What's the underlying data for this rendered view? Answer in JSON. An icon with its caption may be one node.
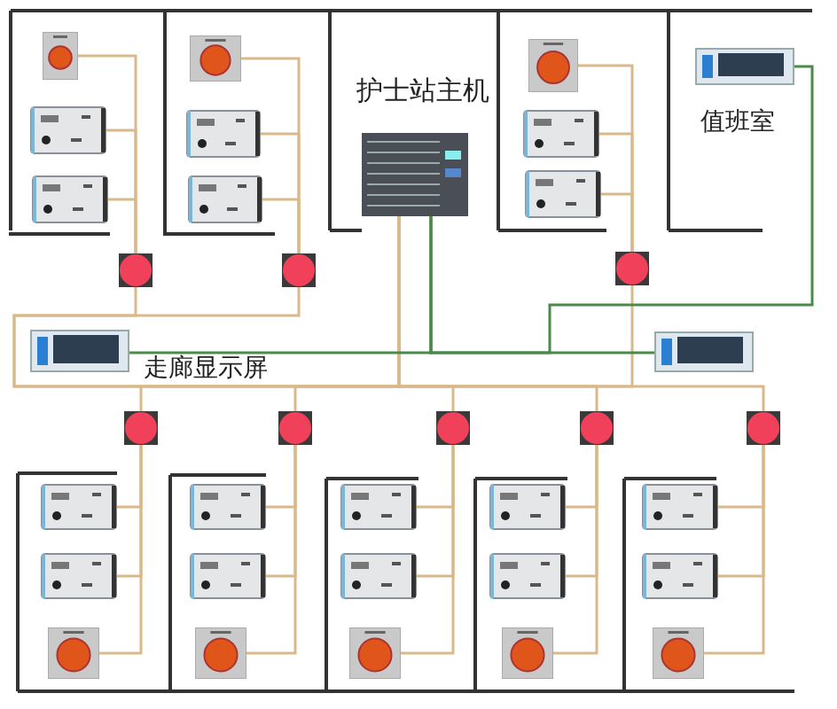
{
  "diagram": {
    "nodes": [
      {
        "text": [],
        "shape": "picture"
      },
      {
        "text": [],
        "shape": "picture"
      },
      {
        "text": [],
        "shape": "picture"
      },
      {
        "text": [],
        "shape": "picture"
      },
      {
        "text": [],
        "shape": "picture"
      },
      {
        "text": [],
        "shape": "picture"
      },
      {
        "text": [],
        "shape": "picture"
      },
      {
        "text": [],
        "shape": "picture"
      },
      {
        "text": [
          "护士站主机"
        ]
      },
      {
        "text": [],
        "shape": "picture"
      },
      {
        "text": [],
        "shape": "picture"
      },
      {
        "text": [],
        "shape": "picture"
      },
      {
        "text": [],
        "shape": "picture"
      },
      {
        "text": [],
        "shape": "picture"
      },
      {
        "text": [],
        "shape": "picture",
        "beside": [
          "走廊显示屏"
        ]
      },
      {
        "text": [],
        "shape": "picture"
      },
      {
        "text": [],
        "shape": "picture"
      },
      {
        "text": [],
        "shape": "picture"
      },
      {
        "text": [],
        "shape": "picture"
      },
      {
        "text": [],
        "shape": "picture"
      },
      {
        "text": [],
        "shape": "picture"
      },
      {
        "text": [],
        "shape": "picture"
      },
      {
        "text": [],
        "shape": "picture"
      },
      {
        "text": [],
        "shape": "picture"
      },
      {
        "text": [],
        "shape": "picture"
      },
      {
        "text": [],
        "shape": "picture"
      },
      {
        "text": [],
        "shape": "picture"
      },
      {
        "text": [],
        "shape": "picture"
      },
      {
        "text": [],
        "shape": "picture"
      },
      {
        "text": [],
        "shape": "picture"
      },
      {
        "text": [],
        "shape": "picture"
      },
      {
        "text": [],
        "shape": "picture"
      },
      {
        "text": [],
        "shape": "picture"
      },
      {
        "text": [],
        "shape": "picture"
      },
      {
        "text": [],
        "shape": "picture"
      },
      {
        "text": [],
        "shape": "picture"
      }
    ],
    "edges": [
      {
        "from": 0,
        "to": 3,
        "arrow": "none"
      },
      {
        "from": 1,
        "to": 3,
        "arrow": "none"
      },
      {
        "from": 2,
        "to": 3,
        "arrow": "none"
      },
      {
        "from": 4,
        "to": 7,
        "arrow": "none"
      },
      {
        "from": 5,
        "to": 7,
        "arrow": "none"
      },
      {
        "from": 6,
        "to": 7,
        "arrow": "none"
      },
      {
        "from": 9,
        "to": 12,
        "arrow": "none"
      },
      {
        "from": 10,
        "to": 12,
        "arrow": "none"
      },
      {
        "from": 11,
        "to": 12,
        "arrow": "none"
      },
      {
        "from": 21,
        "to": 16,
        "arrow": "none"
      },
      {
        "from": 22,
        "to": 16,
        "arrow": "none"
      },
      {
        "from": 23,
        "to": 16,
        "arrow": "none"
      },
      {
        "from": 24,
        "to": 17,
        "arrow": "none"
      },
      {
        "from": 25,
        "to": 17,
        "arrow": "none"
      },
      {
        "from": 26,
        "to": 17,
        "arrow": "none"
      },
      {
        "from": 27,
        "to": 18,
        "arrow": "none"
      },
      {
        "from": 28,
        "to": 18,
        "arrow": "none"
      },
      {
        "from": 29,
        "to": 18,
        "arrow": "none"
      },
      {
        "from": 30,
        "to": 19,
        "arrow": "none"
      },
      {
        "from": 31,
        "to": 19,
        "arrow": "none"
      },
      {
        "from": 32,
        "to": 19,
        "arrow": "none"
      },
      {
        "from": 33,
        "to": 20,
        "arrow": "none"
      },
      {
        "from": 34,
        "to": 20,
        "arrow": "none"
      },
      {
        "from": 35,
        "to": 20,
        "arrow": "none"
      },
      {
        "from": 3,
        "to": 8,
        "arrow": "none"
      },
      {
        "from": 7,
        "to": 8,
        "arrow": "none"
      },
      {
        "from": 12,
        "to": 8,
        "arrow": "none"
      },
      {
        "from": 16,
        "to": 8,
        "arrow": "none"
      },
      {
        "from": 17,
        "to": 8,
        "arrow": "none"
      },
      {
        "from": 18,
        "to": 8,
        "arrow": "none"
      },
      {
        "from": 19,
        "to": 8,
        "arrow": "none"
      },
      {
        "from": 20,
        "to": 8,
        "arrow": "none"
      },
      {
        "from": 8,
        "to": 14,
        "arrow": "none",
        "color": "#4a8a4a"
      },
      {
        "from": 8,
        "to": 15,
        "arrow": "none",
        "color": "#4a8a4a"
      },
      {
        "from": 13,
        "to": 8,
        "arrow": "none",
        "color": "#4a8a4a"
      }
    ],
    "labels": [
      "值班室"
    ]
  }
}
